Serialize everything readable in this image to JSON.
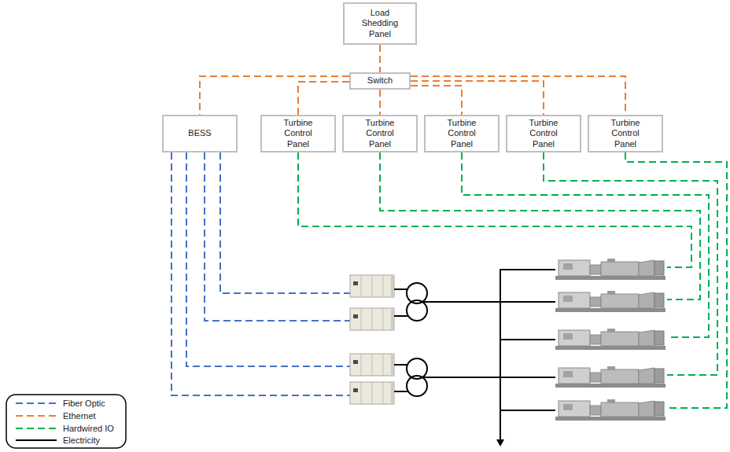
{
  "diagram": {
    "nodes": [
      {
        "text": [
          "Load Shedding Panel"
        ]
      },
      {
        "text": [
          "Switch"
        ]
      },
      {
        "text": [
          "BESS"
        ]
      },
      {
        "text": [
          "Turbine Control Panel"
        ]
      },
      {
        "text": [
          "Turbine Control Panel"
        ]
      },
      {
        "text": [
          "Turbine Control Panel"
        ]
      },
      {
        "text": [
          "Turbine Control Panel"
        ]
      },
      {
        "text": [
          "Turbine Control Panel"
        ]
      }
    ],
    "edges": [
      {
        "from": 0,
        "to": 1,
        "arrow": "none"
      },
      {
        "from": 1,
        "to": 2,
        "arrow": "none"
      },
      {
        "from": 1,
        "to": 3,
        "arrow": "none"
      },
      {
        "from": 1,
        "to": 4,
        "arrow": "none"
      },
      {
        "from": 1,
        "to": 5,
        "arrow": "none"
      },
      {
        "from": 1,
        "to": 6,
        "arrow": "none"
      },
      {
        "from": 1,
        "to": 7,
        "arrow": "none"
      }
    ],
    "legend": [
      {
        "text": "Fiber Optic"
      },
      {
        "text": "Ethernet"
      },
      {
        "text": "Hardwired IO"
      },
      {
        "text": "Electricity"
      }
    ]
  }
}
